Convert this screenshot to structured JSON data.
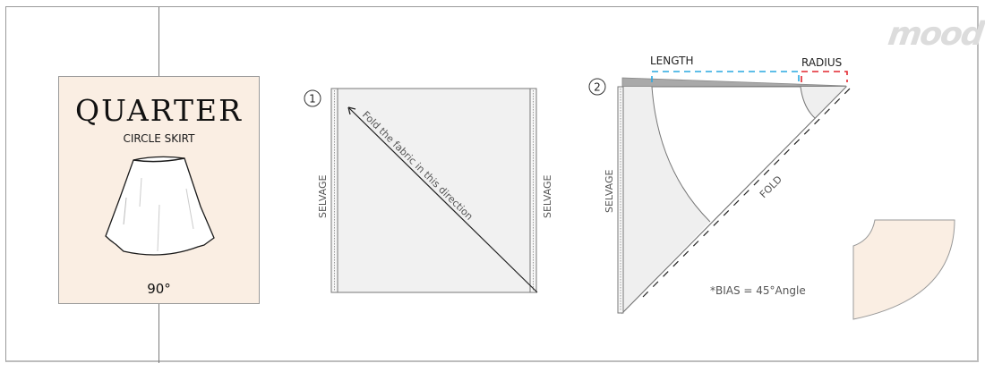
{
  "card": {
    "title": "QUARTER",
    "subtitle": "CIRCLE SKIRT",
    "angle": "90°",
    "background": "#faeee3"
  },
  "step1": {
    "number": "1",
    "left_label": "SELVAGE",
    "right_label": "SELVAGE",
    "arrow_text": "Fold the fabric in this direction"
  },
  "step2": {
    "number": "2",
    "length_label": "LENGTH",
    "radius_label": "RADIUS",
    "selvage_label": "SELVAGE",
    "fold_label": "FOLD",
    "bias_note": "*BIAS = 45°Angle",
    "length_color": "#29a9e1",
    "radius_color": "#e2262f"
  },
  "brand": {
    "watermark": "mood"
  }
}
